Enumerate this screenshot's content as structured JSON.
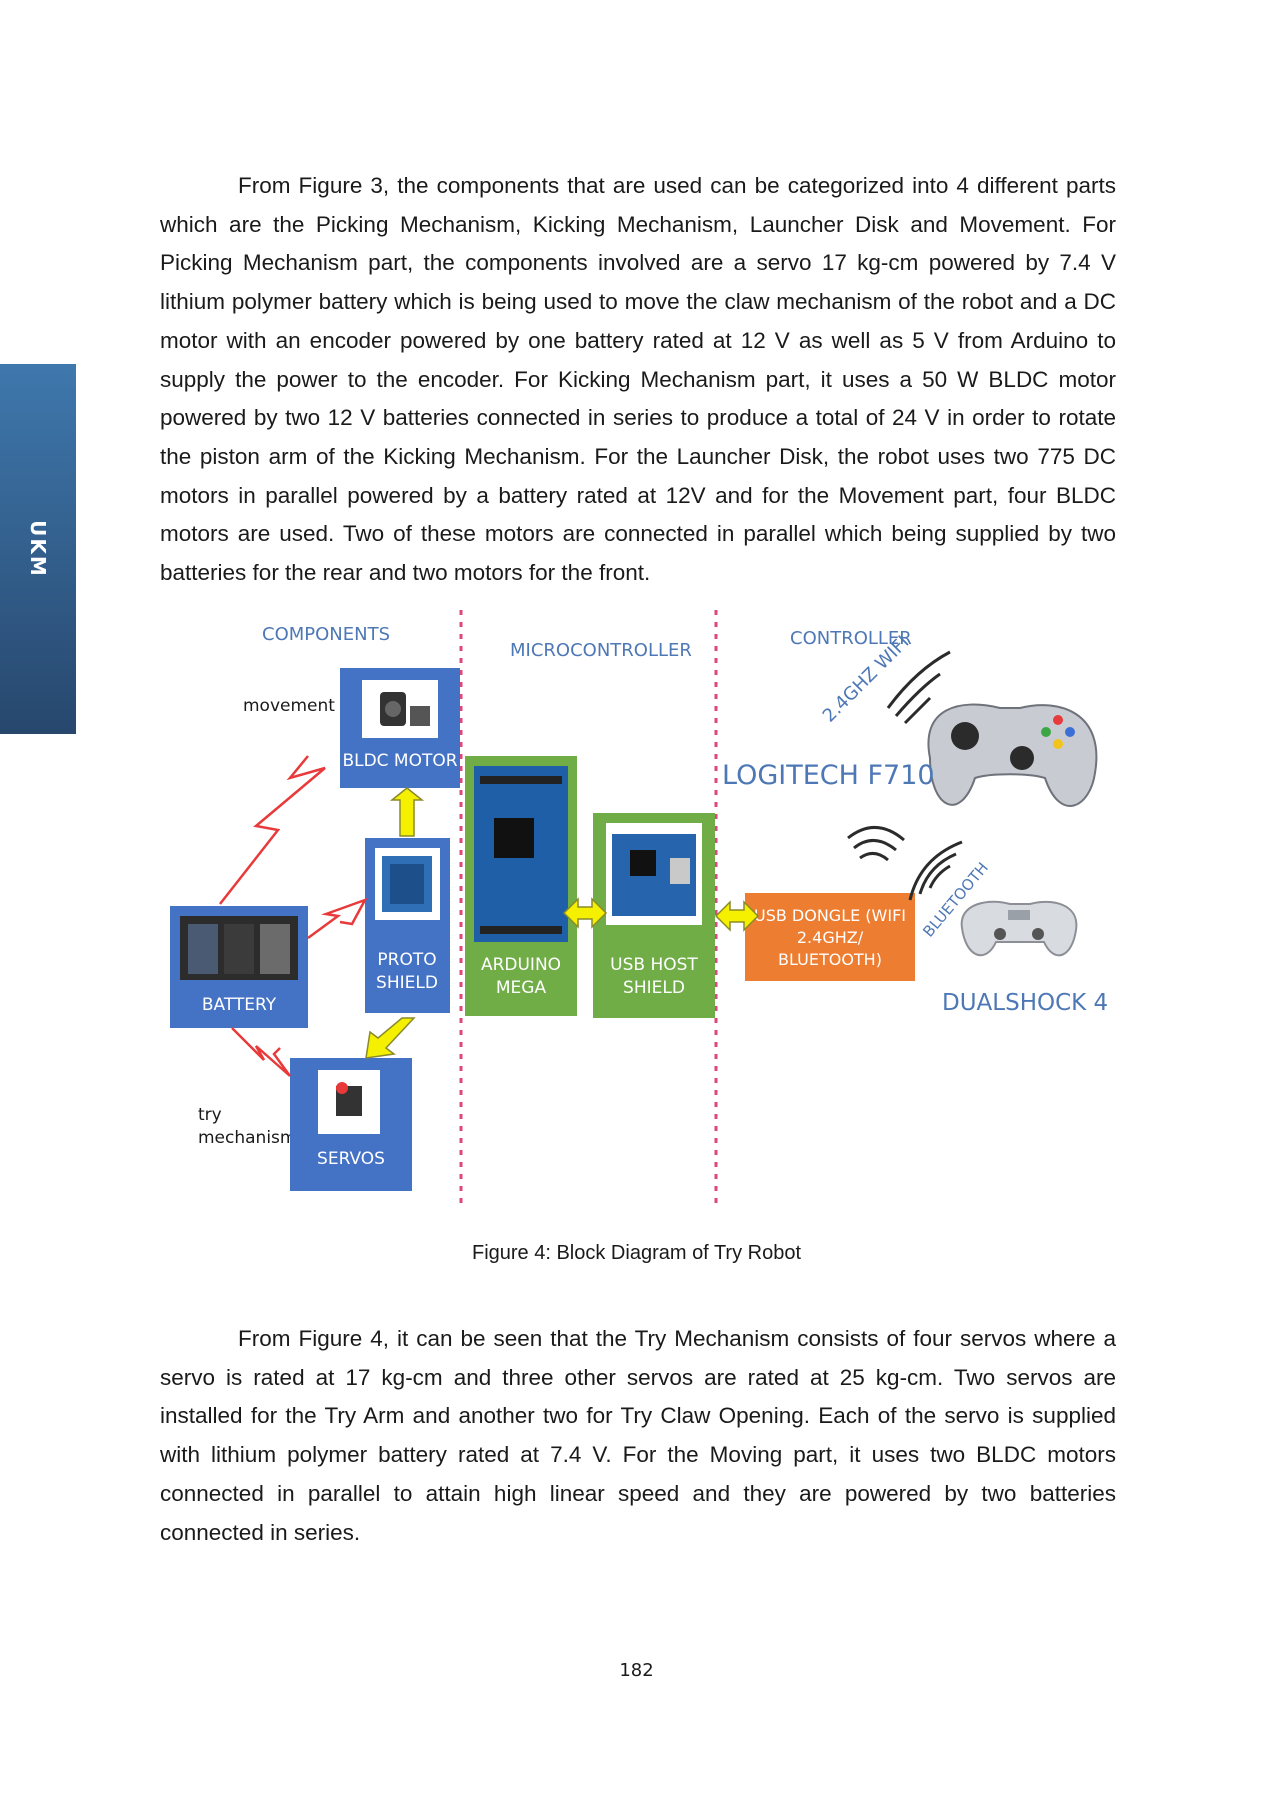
{
  "side_tab": {
    "label": "UKM"
  },
  "paragraph1": "From Figure 3, the components that are used can be categorized into 4 different parts which are the Picking Mechanism, Kicking Mechanism, Launcher Disk and Movement. For Picking Mechanism part, the components involved are a servo 17 kg-cm powered by 7.4 V lithium polymer battery which is being used to move the claw mechanism of the robot and a DC motor with an encoder powered by one battery rated at 12 V as well as 5 V from Arduino to supply the power to the encoder. For Kicking Mechanism part, it uses a 50 W BLDC motor powered by two 12 V batteries connected in series to produce a total of 24 V in order to rotate the piston arm of the Kicking Mechanism. For the Launcher Disk, the robot uses two 775 DC motors in parallel powered by a battery rated at 12V and for the Movement part, four BLDC motors are used. Two of these motors are connected in parallel which being supplied by two batteries for the rear and two motors for the front.",
  "figure": {
    "headers": {
      "components": "COMPONENTS",
      "microcontroller": "MICROCONTROLLER",
      "controller": "CONTROLLER"
    },
    "labels": {
      "movement": "movement",
      "try_line1": "try",
      "try_line2": "mechanism"
    },
    "boxes": {
      "bldc_motor": "BLDC MOTOR",
      "battery": "BATTERY",
      "proto_line1": "PROTO",
      "proto_line2": "SHIELD",
      "servos": "SERVOS",
      "arduino_line1": "ARDUINO",
      "arduino_line2": "MEGA",
      "usb_host_line1": "USB HOST",
      "usb_host_line2": "SHIELD",
      "dongle_line1": "USB DONGLE (WIFI",
      "dongle_line2": "2.4GHZ/",
      "dongle_line3": "BLUETOOTH)"
    },
    "wifi_label": "2.4GHZ WIFI",
    "bluetooth_label": "BLUETOOTH",
    "logitech": "LOGITECH F710",
    "dualshock": "DUALSHOCK 4",
    "colors": {
      "blue_box": "#4472c4",
      "green_box": "#70ad47",
      "orange_box": "#ed7d31",
      "header_blue": "#4e78b5",
      "divider": "#e0457b",
      "arrow_yellow": "#f4f000",
      "bolt_red": "#e83a3a"
    }
  },
  "caption": "Figure 4: Block Diagram of Try Robot",
  "paragraph2": "From Figure 4, it can be seen that the Try Mechanism consists of four servos where a servo is rated at 17 kg-cm and three other servos are rated at 25 kg-cm. Two servos are installed for the Try Arm and another two for Try Claw Opening. Each of the servo is supplied with lithium polymer battery rated at 7.4 V. For the Moving part, it uses two BLDC motors connected in parallel to attain high linear speed and they are powered by two batteries connected in series.",
  "page_number": "182"
}
